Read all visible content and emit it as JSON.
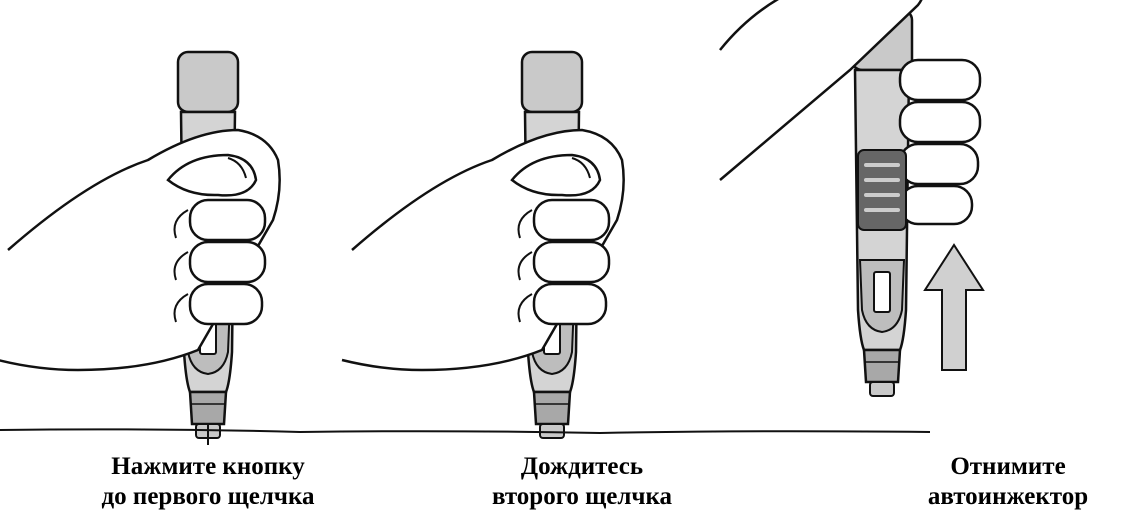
{
  "steps": [
    {
      "id": "press",
      "line1": "Нажмите кнопку",
      "line2": "до первого щелчка"
    },
    {
      "id": "wait",
      "line1": "Дождитесь",
      "line2": "второго щелчка"
    },
    {
      "id": "remove",
      "line1": "Отнимите",
      "line2": "автоинжектор"
    }
  ],
  "colors": {
    "outline": "#111111",
    "cap": "#c9c9c9",
    "body": "#d4d4d4",
    "window": "#555555",
    "arrow": "#d0d0d0"
  }
}
